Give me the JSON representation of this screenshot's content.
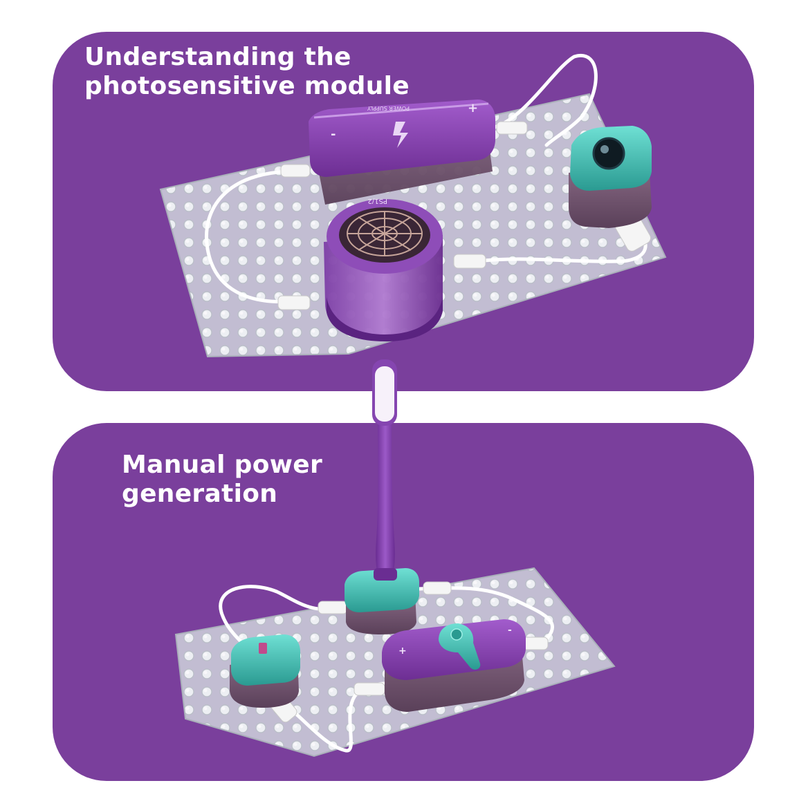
{
  "panels": [
    {
      "id": "photosensitive",
      "caption_lines": [
        "Understanding the",
        "photosensitive module"
      ]
    },
    {
      "id": "manual",
      "caption_lines": [
        "Manual power",
        "generation"
      ]
    }
  ],
  "device_markings": {
    "power_supply": "POWER SUPPLY",
    "fan_code": "PS1/2",
    "plus": "+",
    "minus": "-"
  },
  "colors": {
    "panel_purple": "#7a3f9c",
    "module_purple": "#7b3aa0",
    "module_teal": "#3fbcb1",
    "baseplate": "#d9dde4",
    "background": "#ffffff"
  }
}
